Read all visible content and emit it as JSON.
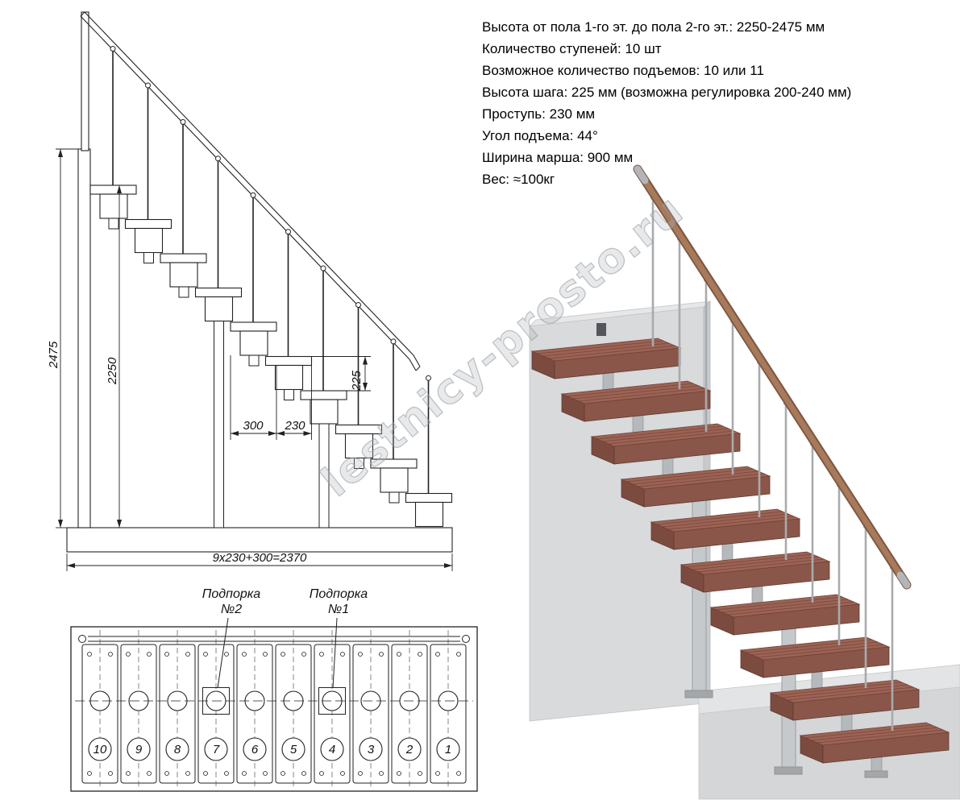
{
  "specs": {
    "lines": [
      "Высота от пола 1-го эт. до пола 2-го эт.: 2250-2475 мм",
      "Количество ступеней: 10 шт",
      "Возможное количество подъемов: 10 или 11",
      "Высота шага: 225 мм (возможна регулировка 200-240 мм)",
      "Проступь: 230 мм",
      "Угол подъема: 44°",
      "Ширина марша: 900 мм",
      "Вес: ≈100кг"
    ]
  },
  "elevation": {
    "dim_total_height": "2475",
    "dim_floor_height": "2250",
    "dim_step_height": "225",
    "dim_tread_300": "300",
    "dim_tread_230": "230",
    "dim_total_run": "9x230+300=2370"
  },
  "plan": {
    "support2": {
      "line1": "Подпорка",
      "line2": "№2"
    },
    "support1": {
      "line1": "Подпорка",
      "line2": "№1"
    },
    "step_numbers": [
      "10",
      "9",
      "8",
      "7",
      "6",
      "5",
      "4",
      "3",
      "2",
      "1"
    ]
  },
  "watermark": "lestnicy-prosto.ru"
}
